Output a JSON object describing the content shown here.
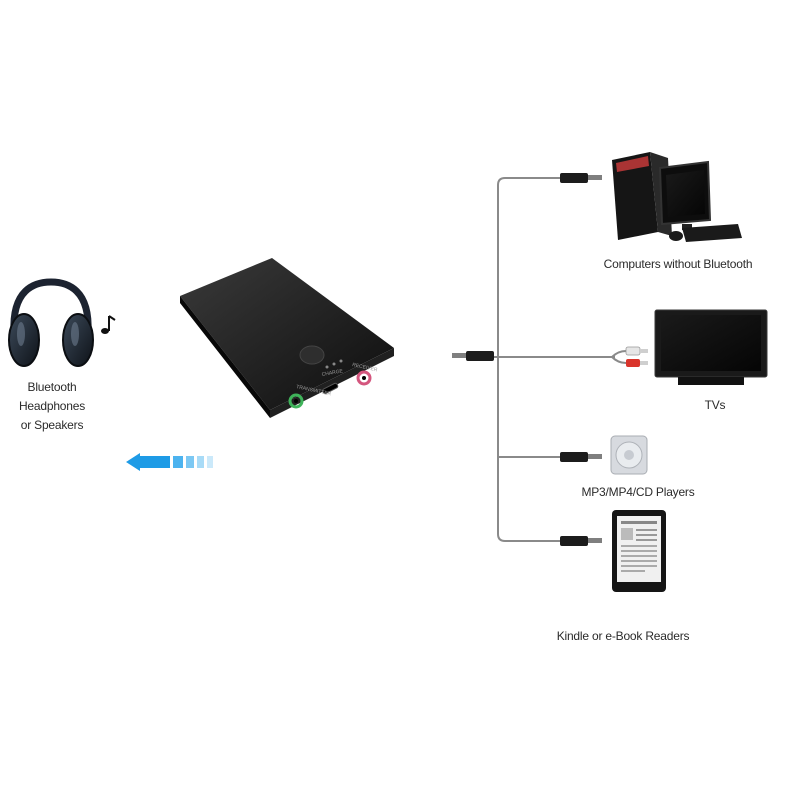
{
  "labels": {
    "headphones_line1": "Bluetooth Headphones",
    "headphones_line2": "or Speakers",
    "computers": "Computers without Bluetooth",
    "tvs": "TVs",
    "mp3": "MP3/MP4/CD Players",
    "kindle": "Kindle or e-Book Readers"
  },
  "device": {
    "port_left": "TRANSMITTER",
    "port_center": "CHARGE",
    "port_right": "RECEIVER"
  },
  "colors": {
    "arrow": "#1e9be6",
    "cable": "#8a8a8a",
    "device_body": "#151515",
    "port_transmitter": "#3fb35a",
    "port_receiver": "#d4567e"
  },
  "icons": [
    "headphones-icon",
    "music-note-icon",
    "left-arrow-icon",
    "transmitter-device-icon",
    "audio-jack-icon",
    "rca-plug-icon",
    "desktop-computer-icon",
    "tv-icon",
    "mp3-player-icon",
    "ebook-reader-icon"
  ]
}
